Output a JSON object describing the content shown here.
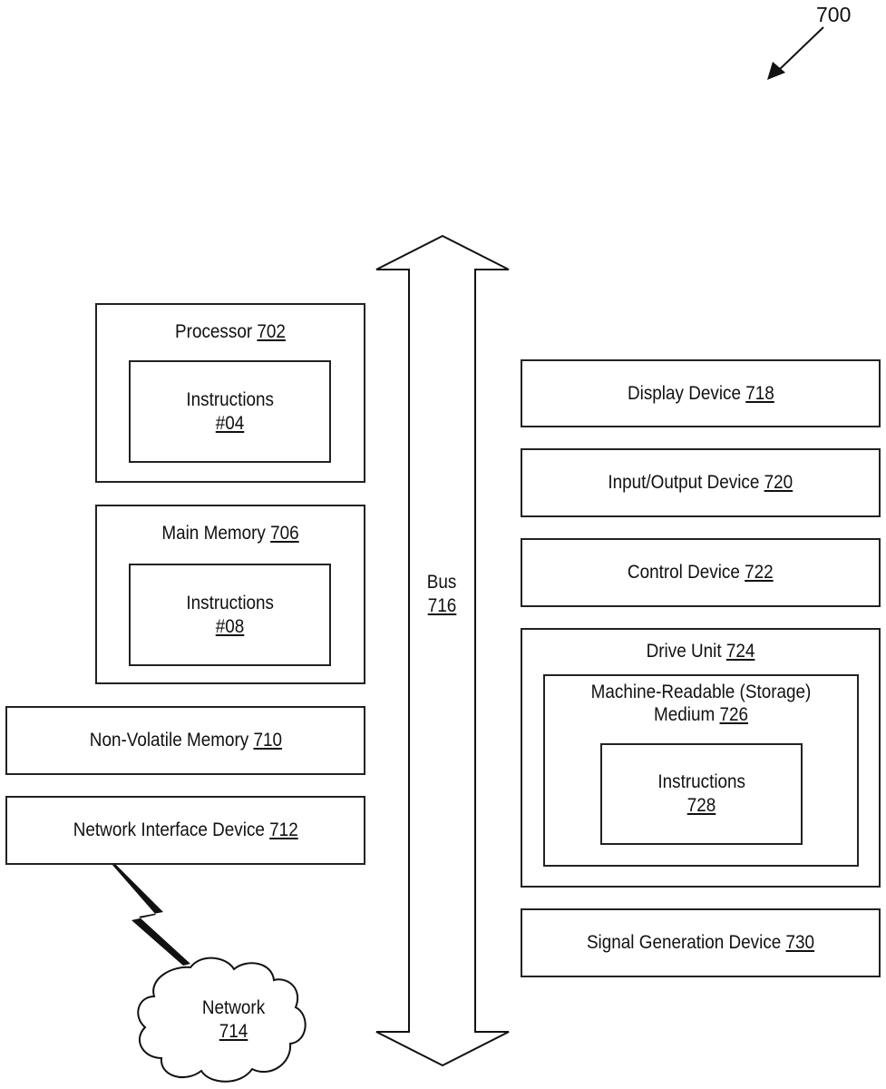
{
  "figure": {
    "number": "700"
  },
  "bus": {
    "label": "Bus",
    "ref": "716"
  },
  "left_column": {
    "processor": {
      "label": "Processor",
      "ref": "702",
      "inner": {
        "label": "Instructions",
        "ref": "#04"
      }
    },
    "main_memory": {
      "label": "Main Memory",
      "ref": "706",
      "inner": {
        "label": "Instructions",
        "ref": "#08"
      }
    },
    "non_volatile_memory": {
      "label": "Non-Volatile Memory",
      "ref": "710"
    },
    "network_interface": {
      "label": "Network Interface Device",
      "ref": "712"
    },
    "network": {
      "label": "Network",
      "ref": "714"
    }
  },
  "right_column": {
    "display_device": {
      "label": "Display Device",
      "ref": "718"
    },
    "io_device": {
      "label": "Input/Output Device",
      "ref": "720"
    },
    "control_device": {
      "label": "Control Device",
      "ref": "722"
    },
    "drive_unit": {
      "label": "Drive Unit",
      "ref": "724",
      "medium": {
        "label_line1": "Machine-Readable (Storage)",
        "label_line2": "Medium",
        "ref": "726",
        "inner": {
          "label": "Instructions",
          "ref": "728"
        }
      }
    },
    "signal_generation": {
      "label": "Signal Generation Device",
      "ref": "730"
    }
  }
}
